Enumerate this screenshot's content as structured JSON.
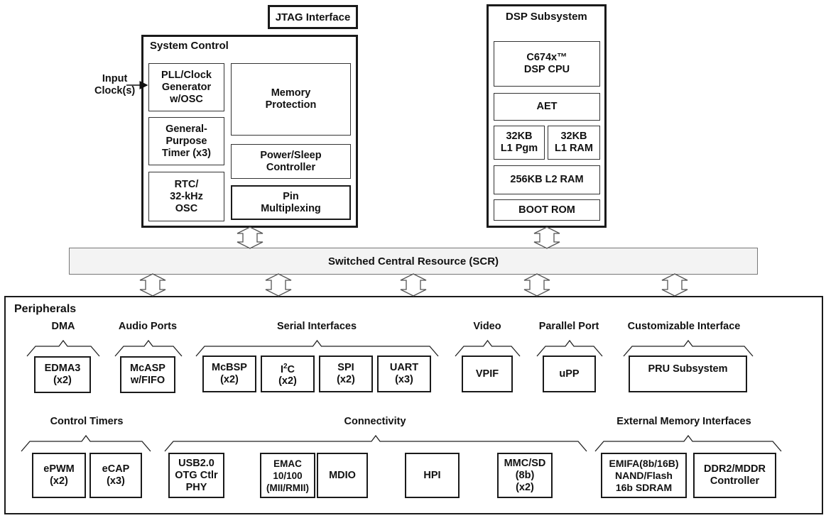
{
  "jtag": "JTAG Interface",
  "system_control": {
    "title": "System Control",
    "input_clock": "Input\nClock(s)",
    "pll": "PLL/Clock\nGenerator\nw/OSC",
    "timer": "General-\nPurpose\nTimer (x3)",
    "rtc": "RTC/\n32-kHz\nOSC",
    "memory_protection": "Memory\nProtection",
    "power_sleep": "Power/Sleep\nController",
    "pin_mux": "Pin\nMultiplexing"
  },
  "dsp": {
    "title": "DSP Subsystem",
    "cpu": "C674x™\nDSP CPU",
    "aet": "AET",
    "l1pgm": "32KB\nL1 Pgm",
    "l1ram": "32KB\nL1 RAM",
    "l2ram": "256KB L2 RAM",
    "boot_rom": "BOOT ROM"
  },
  "scr": "Switched Central Resource (SCR)",
  "peripherals": {
    "title": "Peripherals",
    "dma": {
      "label": "DMA",
      "edma3": "EDMA3\n(x2)"
    },
    "audio": {
      "label": "Audio Ports",
      "mcasp": "McASP\nw/FIFO"
    },
    "serial": {
      "label": "Serial Interfaces",
      "mcbsp": "McBSP\n(x2)",
      "i2c_base": "I",
      "i2c_sup": "2",
      "i2c_rest": "C",
      "i2c_count": "(x2)",
      "spi": "SPI\n(x2)",
      "uart": "UART\n(x3)"
    },
    "video": {
      "label": "Video",
      "vpif": "VPIF"
    },
    "parallel": {
      "label": "Parallel Port",
      "upp": "uPP"
    },
    "custom": {
      "label": "Customizable Interface",
      "pru": "PRU Subsystem"
    },
    "timers": {
      "label": "Control Timers",
      "epwm": "ePWM\n(x2)",
      "ecap": "eCAP\n(x3)"
    },
    "connectivity": {
      "label": "Connectivity",
      "usb": "USB2.0\nOTG Ctlr\nPHY",
      "emac": "EMAC\n10/100\n(MII/RMII)",
      "mdio": "MDIO",
      "hpi": "HPI",
      "mmc": "MMC/SD\n(8b)\n(x2)"
    },
    "emi": {
      "label": "External Memory Interfaces",
      "emifa": "EMIFA(8b/16B)\nNAND/Flash\n16b SDRAM",
      "ddr": "DDR2/MDDR\nController"
    }
  }
}
